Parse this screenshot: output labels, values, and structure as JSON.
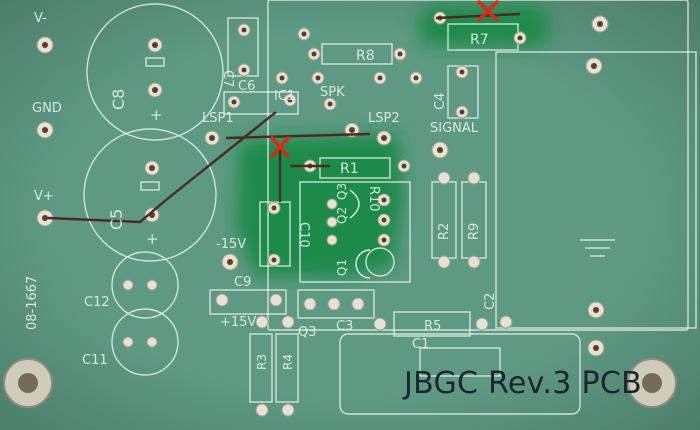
{
  "labels": {
    "vminus": "V-",
    "gnd": "GND",
    "vplus": "V+",
    "c8": "C8",
    "c8_plus": "+",
    "c7": "C7",
    "c6": "C6",
    "ic1": "IC1",
    "spk": "SPK",
    "r8": "R8",
    "r7": "R7",
    "lsp1": "LSP1",
    "lsp2": "LSP2",
    "signal": "SIGNAL",
    "c4": "C4",
    "c5": "C5",
    "c5_plus": "+",
    "r1": "R1",
    "c10": "C10",
    "q1": "Q1",
    "q2": "Q2",
    "q3_top": "Q3",
    "r10": "R10",
    "r2": "R2",
    "r9": "R9",
    "minus15v": "-15V",
    "plus15v": "+15V",
    "c9": "C9",
    "c12": "C12",
    "c11": "C11",
    "board_id": "08-1667",
    "q3": "Q3",
    "c3": "C3",
    "r5": "R5",
    "r3": "R3",
    "r4": "R4",
    "c1": "C1",
    "c2": "C2"
  },
  "caption": "JBGC Rev.3 PCB",
  "colors": {
    "board": "#5e9a83",
    "highlight": "#1d8a48",
    "silkscreen": "#e6f0ea",
    "pad": "#e6e2d2",
    "wire": "#4a2a22",
    "mark": "#e0261b"
  }
}
